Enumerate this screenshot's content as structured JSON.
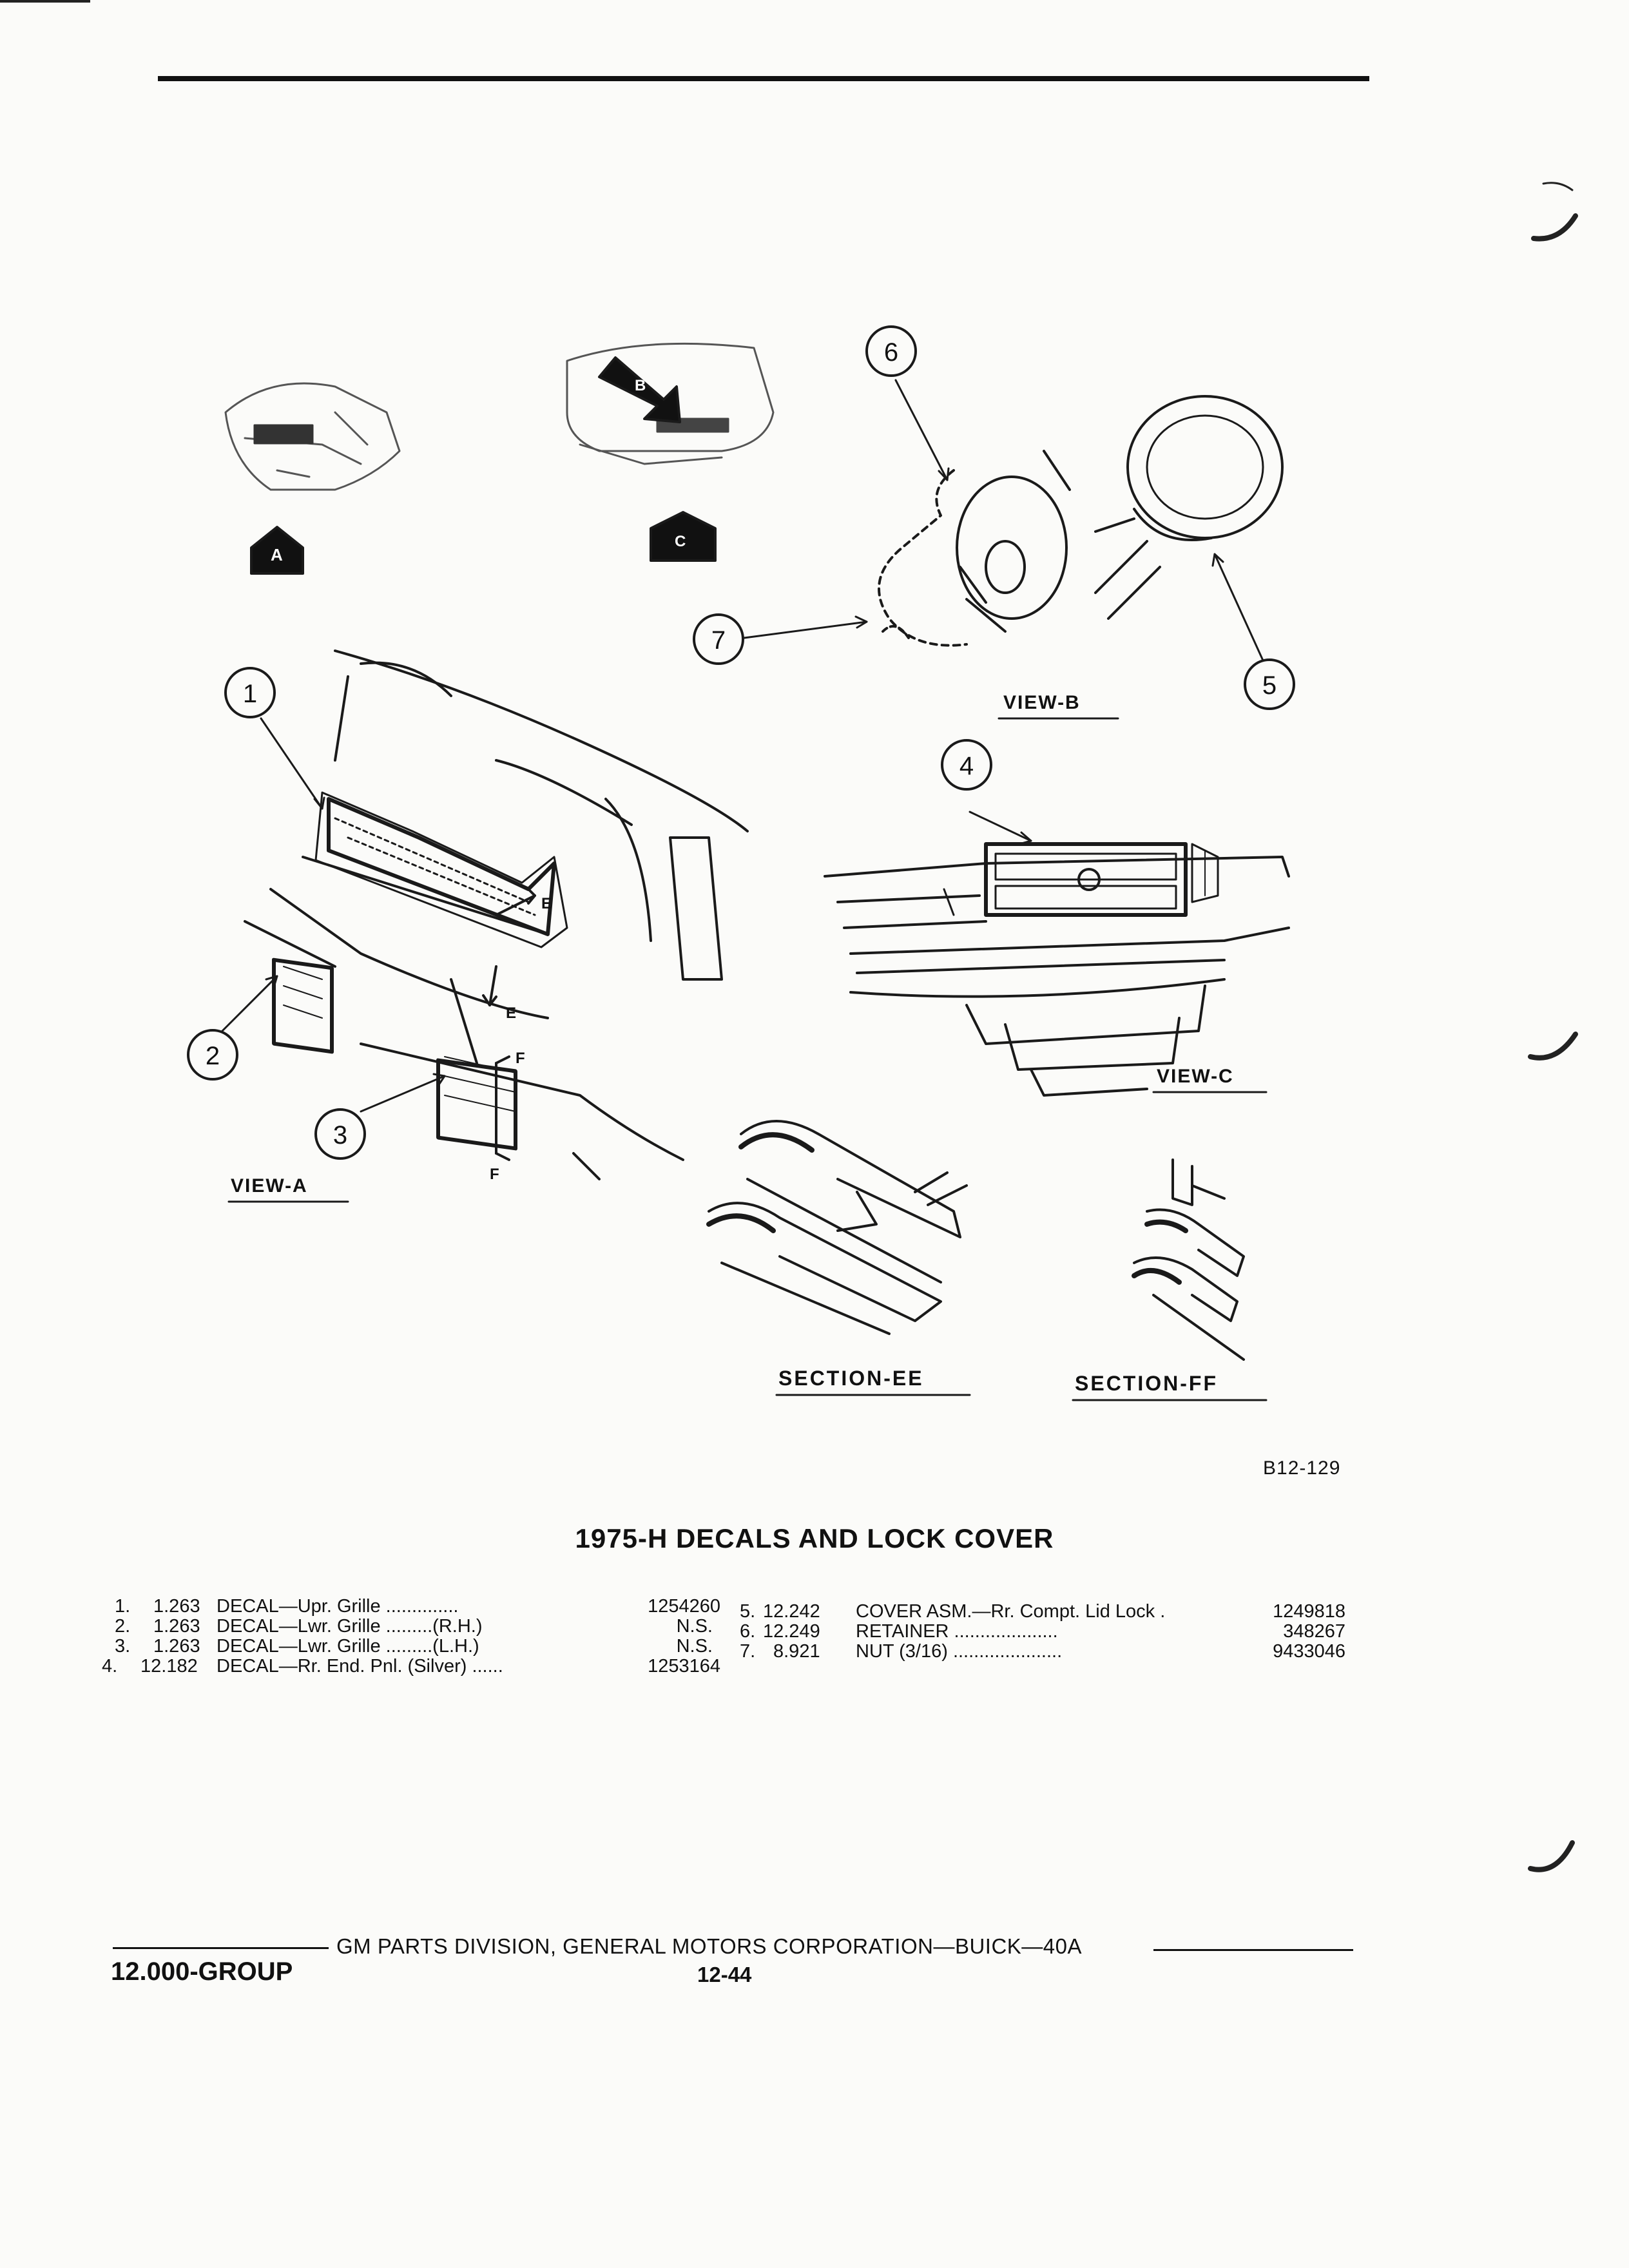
{
  "diagram": {
    "callouts": [
      "1",
      "2",
      "3",
      "4",
      "5",
      "6",
      "7"
    ],
    "view_markers": [
      "A",
      "B",
      "C"
    ],
    "section_markers": [
      "E",
      "E",
      "F",
      "F"
    ],
    "view_labels": [
      "VIEW-A",
      "VIEW-B",
      "VIEW-C"
    ],
    "section_labels": [
      "SECTION-EE",
      "SECTION-FF"
    ],
    "figure_id": "B12-129"
  },
  "title": "1975-H DECALS AND LOCK COVER",
  "parts_left": [
    {
      "num": "1.",
      "ref": "1.263",
      "desc": "DECAL—Upr. Grille ..............",
      "part_no": "1254260"
    },
    {
      "num": "2.",
      "ref": "1.263",
      "desc": "DECAL—Lwr. Grille .........(R.H.)",
      "part_no": "N.S."
    },
    {
      "num": "3.",
      "ref": "1.263",
      "desc": "DECAL—Lwr. Grille .........(L.H.)",
      "part_no": "N.S."
    },
    {
      "num": "4.",
      "ref": "12.182",
      "desc": "DECAL—Rr. End. Pnl. (Silver) ......",
      "part_no": "1253164"
    }
  ],
  "parts_right": [
    {
      "num": "5.",
      "ref": "12.242",
      "desc": "COVER ASM.—Rr. Compt. Lid Lock .",
      "part_no": "1249818"
    },
    {
      "num": "6.",
      "ref": "12.249",
      "desc": "RETAINER ....................",
      "part_no": "348267"
    },
    {
      "num": "7.",
      "ref": "8.921",
      "desc": "NUT (3/16) .....................",
      "part_no": "9433046"
    }
  ],
  "footer": {
    "publisher": "GM PARTS DIVISION, GENERAL MOTORS CORPORATION—BUICK—40A",
    "group": "12.000-GROUP",
    "page_number": "12-44"
  }
}
